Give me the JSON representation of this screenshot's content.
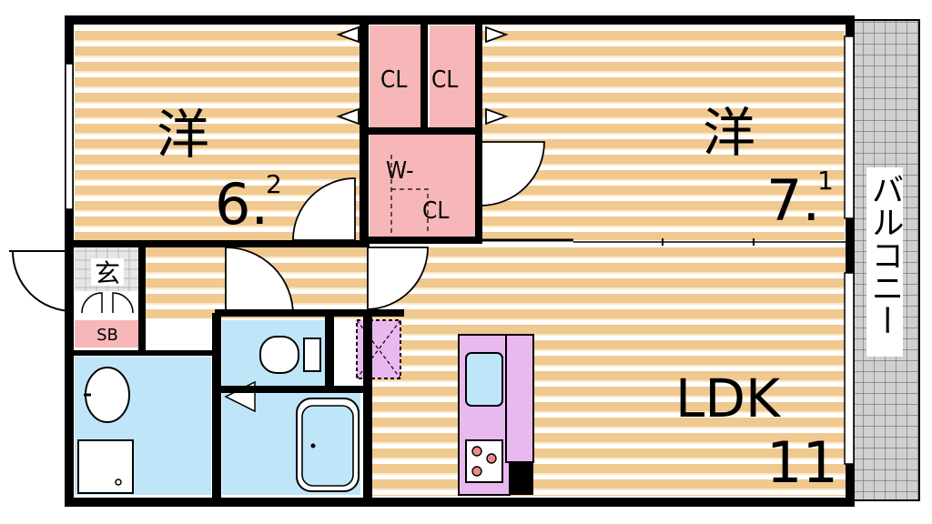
{
  "rooms": {
    "western_left": {
      "name": "洋",
      "size_main": "6.",
      "size_sup": "2"
    },
    "western_right": {
      "name": "洋",
      "size_main": "7.",
      "size_sup": "1"
    },
    "ldk": {
      "name": "LDK",
      "size": "11"
    },
    "closet_left": {
      "label": "CL"
    },
    "closet_right": {
      "label": "CL"
    },
    "walk_in_closet": {
      "line1": "W-",
      "line2": "CL"
    },
    "entrance": {
      "label": "玄"
    },
    "shoe_box": {
      "label": "SB"
    },
    "balcony": {
      "label": "バルコニー"
    }
  },
  "colors": {
    "wall": "#000000",
    "floor_stripe": "#f0c990",
    "floor_light": "#fbe9c5",
    "closet_pink": "#f7b6b8",
    "water_blue": "#bfe6f8",
    "kitchen_purple": "#e9b8ef",
    "balcony_gray": "#b9b9b9"
  }
}
